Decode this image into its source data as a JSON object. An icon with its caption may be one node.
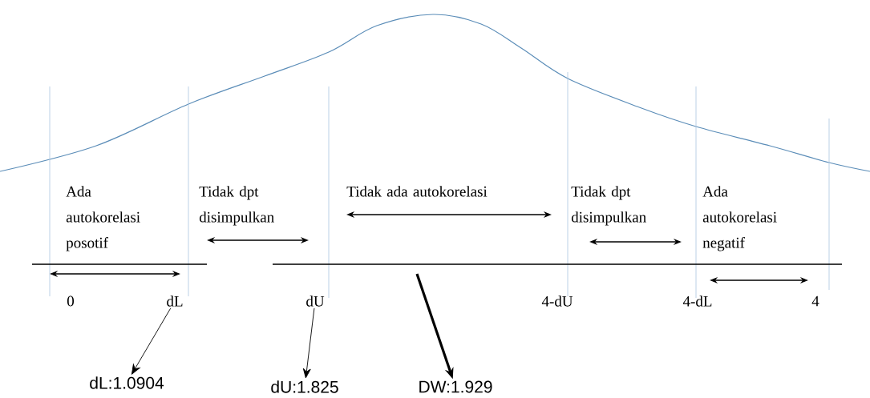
{
  "diagram": {
    "nodes": [
      {
        "text": [
          "dL"
        ]
      },
      {
        "text": [
          "dL:1.0904"
        ]
      },
      {
        "text": [
          "dU"
        ]
      },
      {
        "text": [
          "dU:1.825"
        ]
      },
      {
        "text": [
          "DW:1.929"
        ]
      }
    ],
    "edges": [
      {
        "from": 0,
        "to": 1,
        "arrow": "to"
      },
      {
        "from": 2,
        "to": 3,
        "arrow": "to"
      },
      {
        "from": null,
        "to": 4,
        "arrow": "to",
        "style": "thick"
      }
    ],
    "labels": [
      "Ada autokorelasi posotif",
      "Tidak dpt disimpulkan",
      "Tidak ada autokorelasi",
      "Tidak dpt disimpulkan",
      "Ada autokorelasi negatif",
      "0",
      "4-dU",
      "4-dL",
      "4"
    ]
  }
}
